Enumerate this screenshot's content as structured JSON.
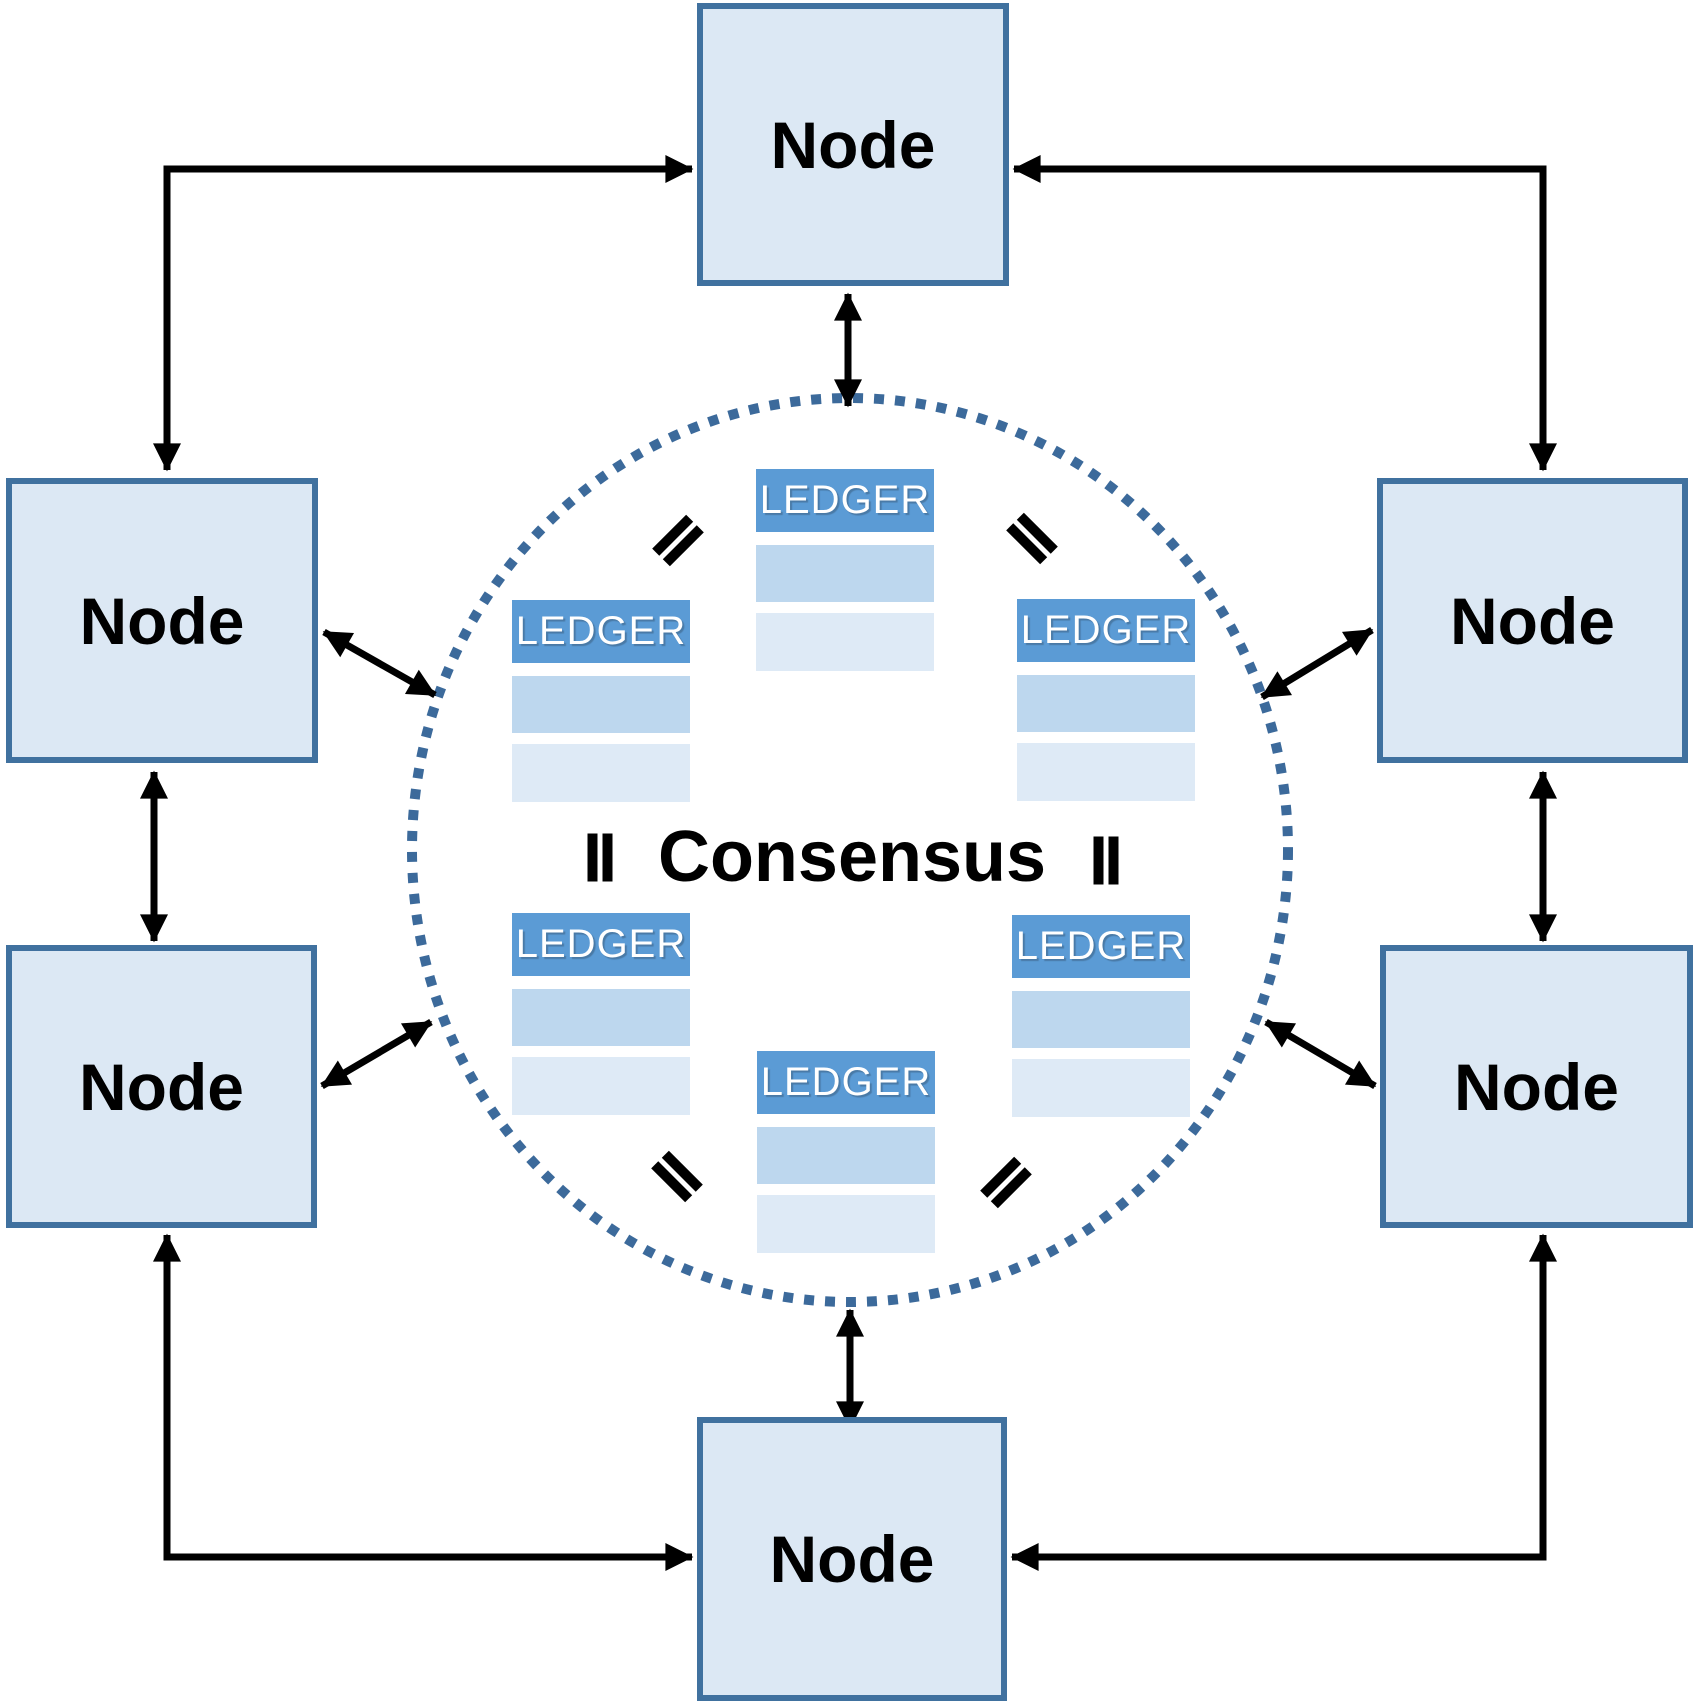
{
  "labels": {
    "consensus": "Consensus"
  },
  "nodes": [
    {
      "position": "top",
      "label": "Node"
    },
    {
      "position": "left-upper",
      "label": "Node"
    },
    {
      "position": "right-upper",
      "label": "Node"
    },
    {
      "position": "left-lower",
      "label": "Node"
    },
    {
      "position": "right-lower",
      "label": "Node"
    },
    {
      "position": "bottom",
      "label": "Node"
    }
  ],
  "ledgers": [
    {
      "position": "top-center",
      "label": "LEDGER",
      "blank_rows": 2
    },
    {
      "position": "upper-left",
      "label": "LEDGER",
      "blank_rows": 2
    },
    {
      "position": "upper-right",
      "label": "LEDGER",
      "blank_rows": 2
    },
    {
      "position": "lower-left",
      "label": "LEDGER",
      "blank_rows": 2
    },
    {
      "position": "lower-right",
      "label": "LEDGER",
      "blank_rows": 2
    },
    {
      "position": "bottom-center",
      "label": "LEDGER",
      "blank_rows": 2
    }
  ],
  "icons": {
    "equals_signs": [
      {
        "position": "north-west",
        "orientation_deg": -45
      },
      {
        "position": "north-east",
        "orientation_deg": 45
      },
      {
        "position": "west",
        "orientation_deg": 90
      },
      {
        "position": "east",
        "orientation_deg": 90
      },
      {
        "position": "south-west",
        "orientation_deg": 45
      },
      {
        "position": "south-east",
        "orientation_deg": -45
      }
    ]
  },
  "connectors": [
    {
      "type": "elbow-double-arrow",
      "between": [
        "top-node",
        "left-upper-node"
      ]
    },
    {
      "type": "elbow-double-arrow",
      "between": [
        "top-node",
        "right-upper-node"
      ]
    },
    {
      "type": "elbow-double-arrow",
      "between": [
        "bottom-node",
        "left-lower-node"
      ]
    },
    {
      "type": "elbow-double-arrow",
      "between": [
        "bottom-node",
        "right-lower-node"
      ]
    },
    {
      "type": "double-arrow",
      "between": [
        "top-node",
        "consensus-circle"
      ]
    },
    {
      "type": "double-arrow",
      "between": [
        "bottom-node",
        "consensus-circle"
      ]
    },
    {
      "type": "double-arrow",
      "between": [
        "left-upper-node",
        "left-lower-node"
      ]
    },
    {
      "type": "double-arrow",
      "between": [
        "right-upper-node",
        "right-lower-node"
      ]
    },
    {
      "type": "double-arrow",
      "between": [
        "left-upper-node",
        "consensus-circle"
      ]
    },
    {
      "type": "double-arrow",
      "between": [
        "right-upper-node",
        "consensus-circle"
      ]
    },
    {
      "type": "double-arrow",
      "between": [
        "left-lower-node",
        "consensus-circle"
      ]
    },
    {
      "type": "double-arrow",
      "between": [
        "right-lower-node",
        "consensus-circle"
      ]
    }
  ],
  "colors": {
    "node_fill": "#dce8f4",
    "node_border": "#40719f",
    "ledger_header": "#5b9bd5",
    "ledger_row1": "#bdd7ee",
    "ledger_row2": "#deeaf6",
    "dotted_circle": "#3c6a9b",
    "connector_black": "#000000",
    "text_black": "#000000",
    "ledger_text": "#ffffff"
  }
}
